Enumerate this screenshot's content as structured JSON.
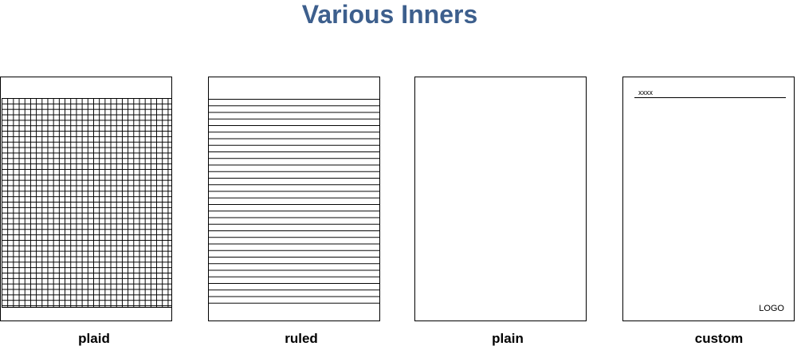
{
  "title": "Various Inners",
  "pages": [
    {
      "caption": "plaid",
      "style": "grid"
    },
    {
      "caption": "ruled",
      "style": "lines"
    },
    {
      "caption": "plain",
      "style": "blank"
    },
    {
      "caption": "custom",
      "style": "custom",
      "header_text": "xxxx",
      "logo_text": "LOGO"
    }
  ],
  "colors": {
    "title": "#3d5f8d",
    "lines": "#000000",
    "background": "#ffffff"
  }
}
